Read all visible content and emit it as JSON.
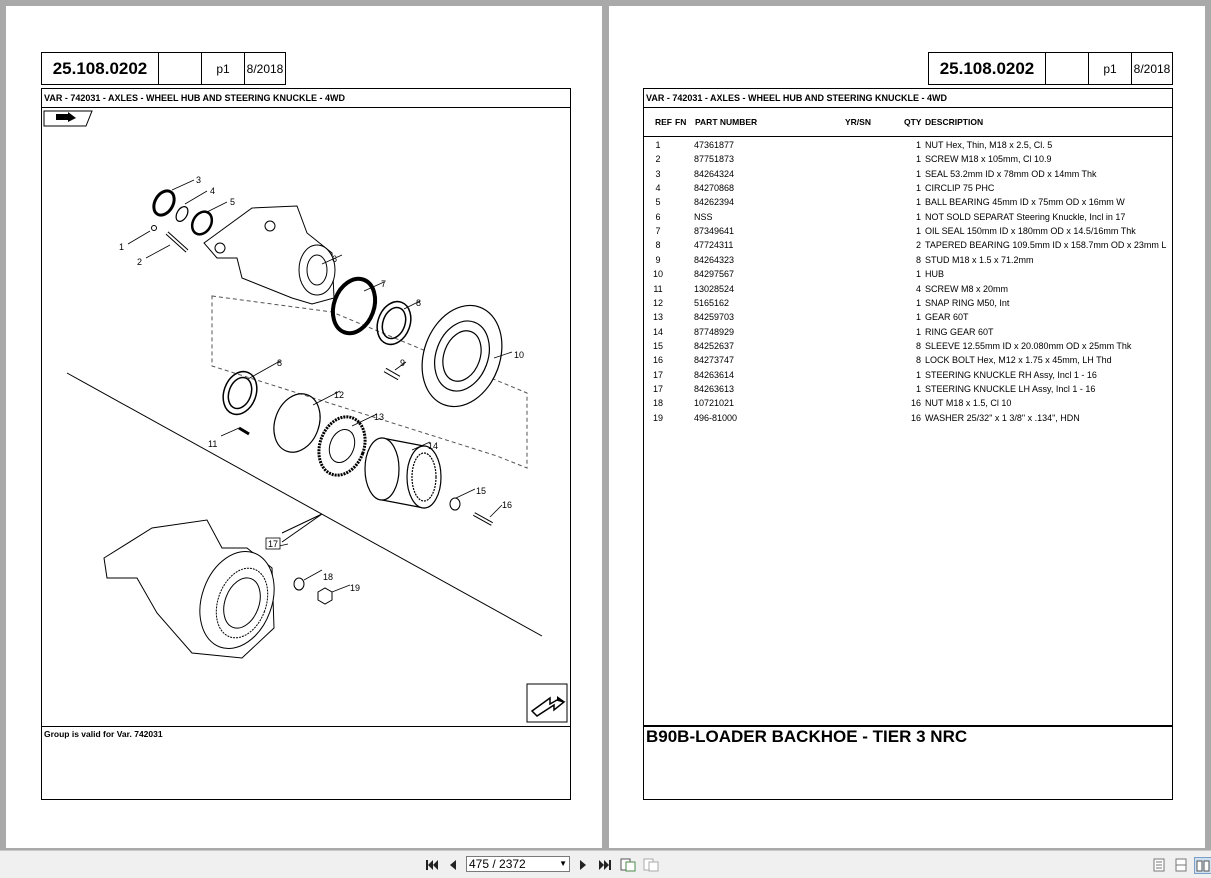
{
  "left_page": {
    "header": {
      "number": "25.108.0202",
      "page": "p1",
      "date": "8/2018"
    },
    "title": "VAR - 742031 - AXLES - WHEEL HUB AND STEERING KNUCKLE - 4WD",
    "note": "Group is valid for Var. 742031",
    "callouts": [
      "1",
      "2",
      "3",
      "4",
      "5",
      "6",
      "7",
      "8",
      "8",
      "9",
      "10",
      "11",
      "12",
      "13",
      "14",
      "15",
      "16",
      "17",
      "18",
      "19"
    ]
  },
  "right_page": {
    "header": {
      "number": "25.108.0202",
      "page": "p1",
      "date": "8/2018"
    },
    "title": "VAR - 742031 - AXLES - WHEEL HUB AND STEERING KNUCKLE - 4WD",
    "columns": {
      "ref": "REF",
      "fn": "FN",
      "part": "PART NUMBER",
      "yrsn": "YR/SN",
      "qty": "QTY",
      "desc": "DESCRIPTION"
    },
    "rows": [
      {
        "ref": "1",
        "part": "47361877",
        "qty": "1",
        "desc": "NUT Hex, Thin, M18 x 2.5, Cl. 5"
      },
      {
        "ref": "2",
        "part": "87751873",
        "qty": "1",
        "desc": "SCREW M18 x 105mm, Cl 10.9"
      },
      {
        "ref": "3",
        "part": "84264324",
        "qty": "1",
        "desc": "SEAL 53.2mm ID x 78mm OD x 14mm Thk"
      },
      {
        "ref": "4",
        "part": "84270868",
        "qty": "1",
        "desc": "CIRCLIP 75 PHC"
      },
      {
        "ref": "5",
        "part": "84262394",
        "qty": "1",
        "desc": "BALL BEARING 45mm ID x 75mm OD x 16mm W"
      },
      {
        "ref": "6",
        "part": "NSS",
        "qty": "1",
        "desc": "NOT SOLD SEPARAT  Steering Knuckle, Incl in 17"
      },
      {
        "ref": "7",
        "part": "87349641",
        "qty": "1",
        "desc": "OIL SEAL 150mm ID x 180mm OD x 14.5/16mm Thk"
      },
      {
        "ref": "8",
        "part": "47724311",
        "qty": "2",
        "desc": "TAPERED BEARING 109.5mm ID x 158.7mm OD x 23mm L"
      },
      {
        "ref": "9",
        "part": "84264323",
        "qty": "8",
        "desc": "STUD M18 x 1.5 x 71.2mm"
      },
      {
        "ref": "10",
        "part": "84297567",
        "qty": "1",
        "desc": "HUB"
      },
      {
        "ref": "11",
        "part": "13028524",
        "qty": "4",
        "desc": "SCREW M8 x 20mm"
      },
      {
        "ref": "12",
        "part": "5165162",
        "qty": "1",
        "desc": "SNAP RING M50, Int"
      },
      {
        "ref": "13",
        "part": "84259703",
        "qty": "1",
        "desc": "GEAR 60T"
      },
      {
        "ref": "14",
        "part": "87748929",
        "qty": "1",
        "desc": "RING GEAR 60T"
      },
      {
        "ref": "15",
        "part": "84252637",
        "qty": "8",
        "desc": "SLEEVE 12.55mm ID x 20.080mm OD x 25mm Thk"
      },
      {
        "ref": "16",
        "part": "84273747",
        "qty": "8",
        "desc": "LOCK BOLT Hex, M12 x 1.75 x 45mm, LH Thd"
      },
      {
        "ref": "17",
        "part": "84263614",
        "qty": "1",
        "desc": "STEERING KNUCKLE RH Assy, Incl 1 - 16"
      },
      {
        "ref": "17",
        "part": "84263613",
        "qty": "1",
        "desc": "STEERING KNUCKLE LH Assy, Incl 1 - 16"
      },
      {
        "ref": "18",
        "part": "10721021",
        "qty": "16",
        "desc": "NUT M18 x 1.5, Cl 10"
      },
      {
        "ref": "19",
        "part": "496-81000",
        "qty": "16",
        "desc": "WASHER 25/32\" x 1 3/8\" x .134\", HDN"
      }
    ],
    "model": "B90B-LOADER BACKHOE - TIER 3 NRC"
  },
  "toolbar": {
    "page_indicator": "475 / 2372",
    "icons": [
      "first-page-icon",
      "prev-page-icon",
      "next-page-icon",
      "last-page-icon",
      "rotate-view-icon",
      "fit-icon",
      "single-page-icon",
      "continuous-icon",
      "two-page-icon"
    ]
  }
}
